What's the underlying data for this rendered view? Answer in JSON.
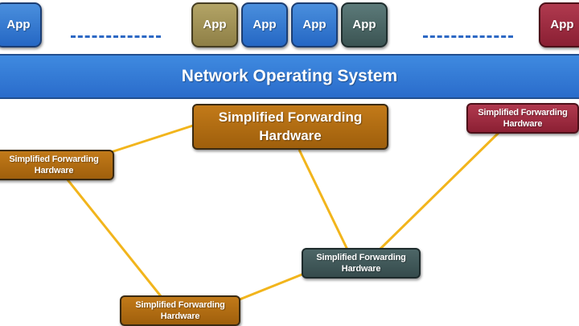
{
  "apps": [
    {
      "label": "App",
      "color": "#2f72cf"
    },
    {
      "label": "App",
      "color": "#a09255"
    },
    {
      "label": "App",
      "color": "#2f72cf"
    },
    {
      "label": "App",
      "color": "#2f72cf"
    },
    {
      "label": "App",
      "color": "#4a6665"
    },
    {
      "label": "App",
      "color": "#9c2a3f"
    }
  ],
  "network_os": {
    "label": "Network Operating System",
    "color": "#3179d6"
  },
  "forwarding_nodes": [
    {
      "label_line1": "Simplified Forwarding",
      "label_line2": "Hardware",
      "color": "#b06d14"
    },
    {
      "label_line1": "Simplified Forwarding",
      "label_line2": "Hardware",
      "color": "#b06d14"
    },
    {
      "label_line1": "Simplified Forwarding",
      "label_line2": "Hardware",
      "color": "#9c2a3f"
    },
    {
      "label_line1": "Simplified Forwarding",
      "label_line2": "Hardware",
      "color": "#42595a"
    },
    {
      "label_line1": "Simplified Forwarding",
      "label_line2": "Hardware",
      "color": "#b06d14"
    }
  ],
  "link_color": "#f2b51c"
}
